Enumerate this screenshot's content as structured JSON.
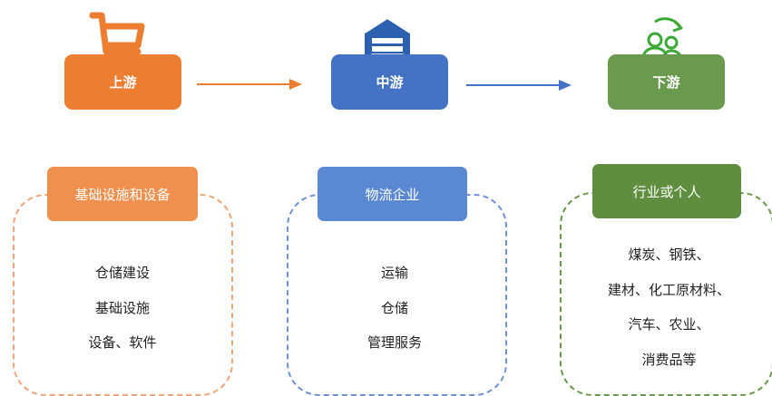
{
  "colors": {
    "upstream": "#ED7D31",
    "upstream_light": "#F0904F",
    "midstream": "#4472C4",
    "midstream_light": "#5B88D2",
    "downstream": "#6A9A4E",
    "downstream_light": "#5F8E3E"
  },
  "icons": {
    "upstream": "shopping-cart-icon",
    "midstream": "warehouse-icon",
    "downstream": "people-refresh-icon"
  },
  "upstream": {
    "title": "上游",
    "category": "基础设施和设备",
    "items": [
      "仓储建设",
      "基础设施",
      "设备、软件"
    ]
  },
  "midstream": {
    "title": "中游",
    "category": "物流企业",
    "items": [
      "运输",
      "仓储",
      "管理服务"
    ]
  },
  "downstream": {
    "title": "下游",
    "category": "行业或个人",
    "items": [
      "煤炭、钢铁、",
      "建材、化工原材料、",
      "汽车、农业、",
      "消费品等"
    ]
  }
}
